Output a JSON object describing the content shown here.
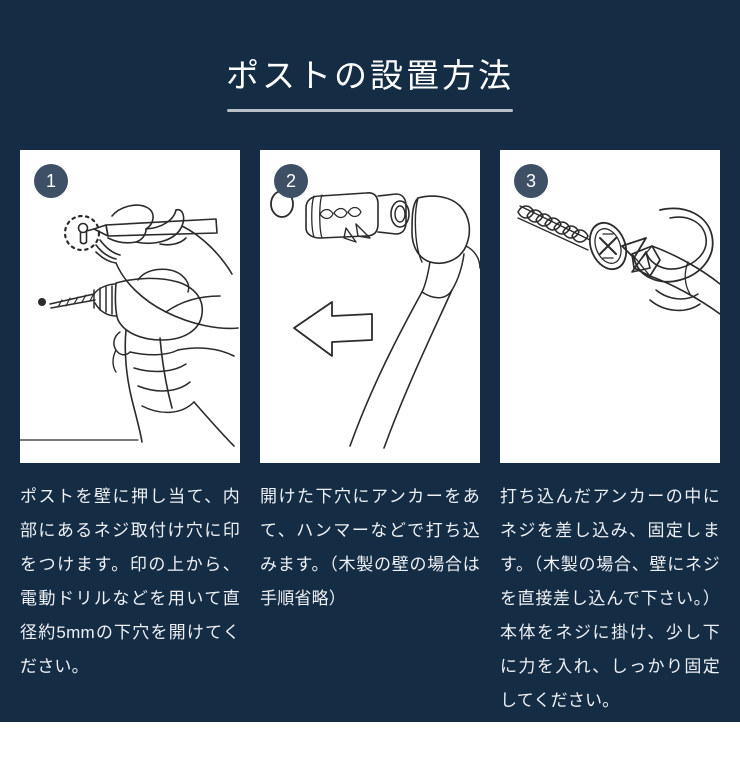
{
  "page": {
    "background_color": "#152c45",
    "card_color": "#ffffff",
    "text_color": "#eef1f5",
    "badge_color": "#3d5066",
    "rule_color": "#b9bfc7"
  },
  "header": {
    "title": "ポストの設置方法"
  },
  "steps": [
    {
      "number": "1",
      "caption": "ポストを壁に押し当て、内部にあるネジ取付け穴に印をつけます。印の上から、電動ドリルなどを用いて直径約5mmの下穴を開けてください。",
      "illustration": "hand-marking-and-electric-drill"
    },
    {
      "number": "2",
      "caption": "開けた下穴にアンカーをあて、ハンマーなどで打ち込みます。（木製の壁の場合は手順省略）",
      "illustration": "anchor-plug-with-hammer-and-arrow"
    },
    {
      "number": "3",
      "caption": "打ち込んだアンカーの中にネジを差し込み、固定します。（木製の場合、壁にネジを直接差し込んで下さい。）本体をネジに掛け、少し下に力を入れ、しっかり固定してください。",
      "illustration": "screw-with-phillips-screwdriver"
    }
  ]
}
